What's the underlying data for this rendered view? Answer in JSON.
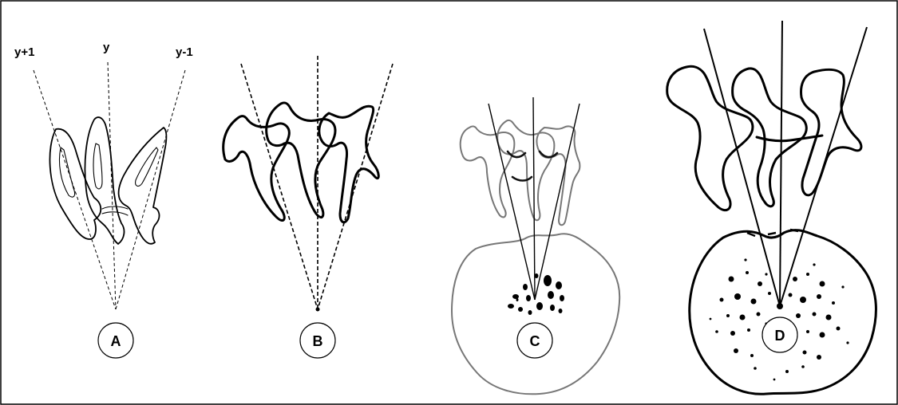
{
  "labels": {
    "y_plus_1": "y+1",
    "y": "y",
    "y_minus_1": "y-1"
  },
  "panels": [
    {
      "letter": "A"
    },
    {
      "letter": "B"
    },
    {
      "letter": "C"
    },
    {
      "letter": "D"
    }
  ]
}
